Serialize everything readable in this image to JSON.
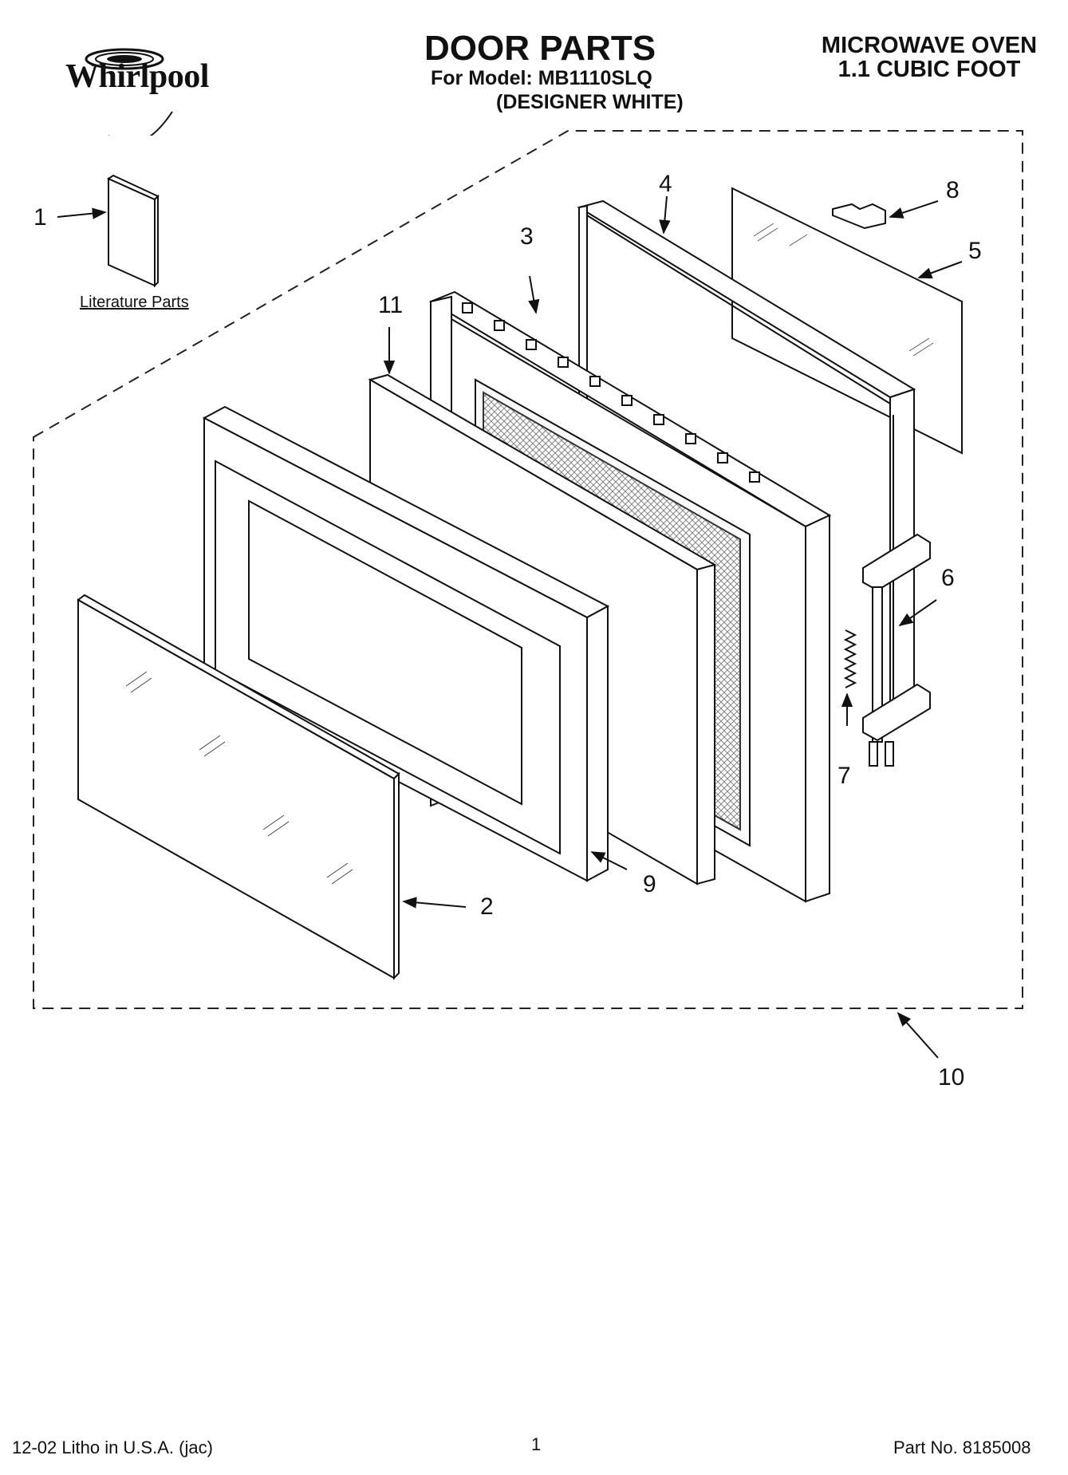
{
  "header": {
    "brand": "Whirlpool",
    "title": "DOOR PARTS",
    "model_line": "For Model: MB1110SLQ",
    "variant_line": "(DESIGNER WHITE)",
    "product_line1": "MICROWAVE OVEN",
    "product_line2": "1.1 CUBIC FOOT"
  },
  "diagram": {
    "literature_label": "Literature Parts",
    "callouts": [
      "1",
      "2",
      "3",
      "4",
      "5",
      "6",
      "7",
      "8",
      "9",
      "10",
      "11"
    ]
  },
  "footer": {
    "left": "12-02 Litho in U.S.A. (jac)",
    "page": "1",
    "right": "Part No. 8185008"
  }
}
